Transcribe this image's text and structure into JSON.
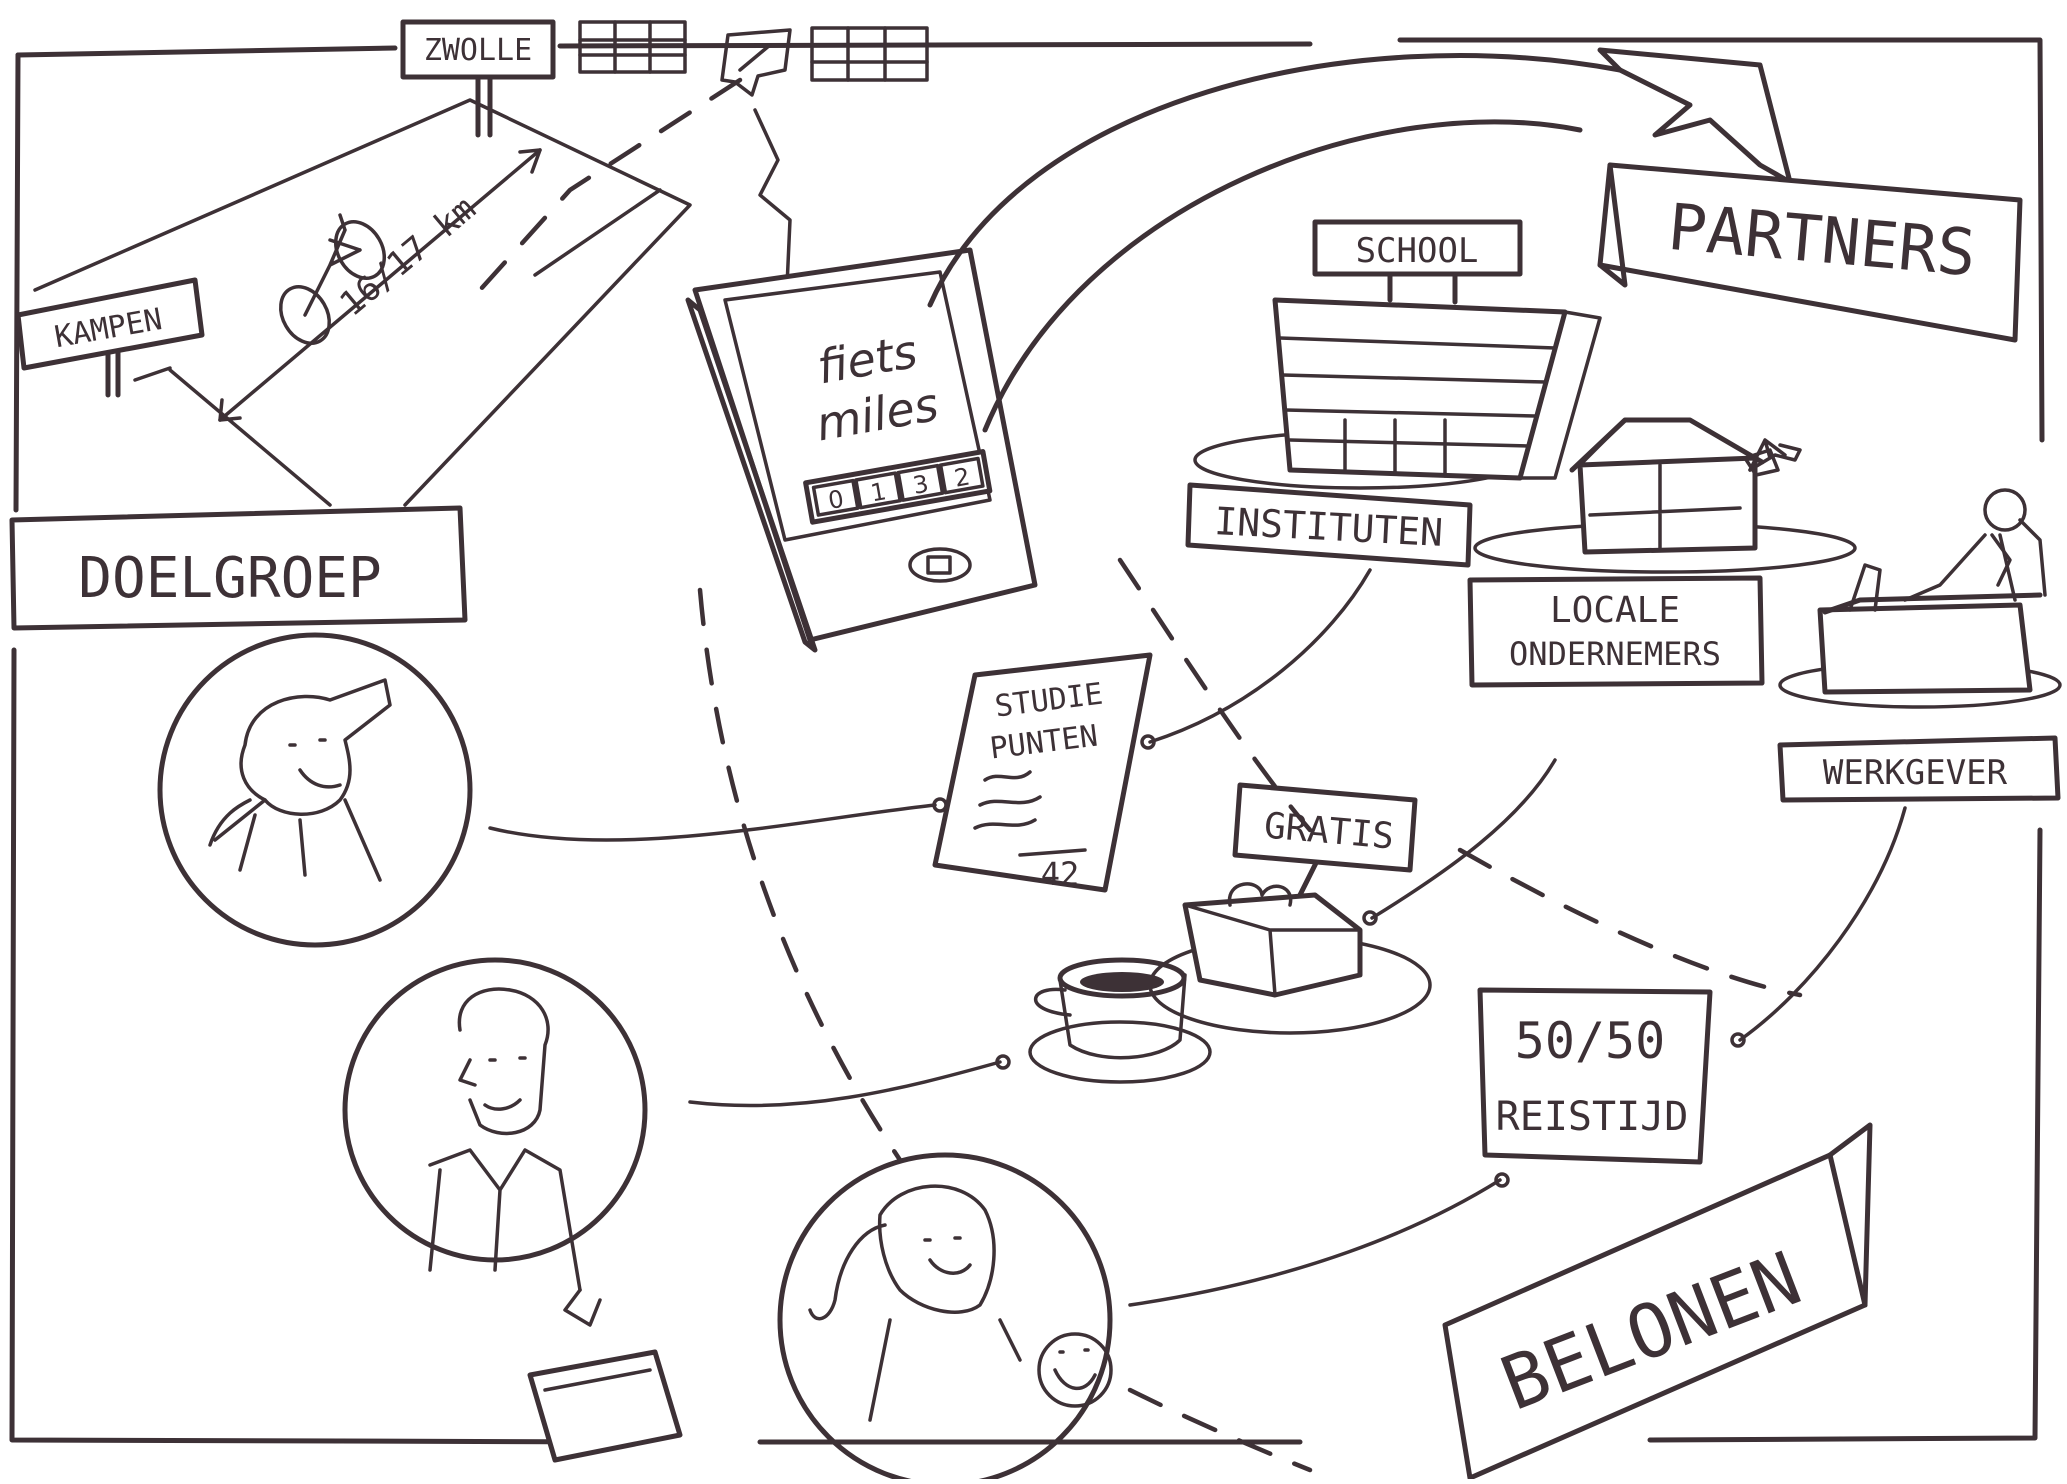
{
  "places": {
    "origin": "ZWOLLE",
    "destination": "KAMPEN",
    "distance": "16/17 km"
  },
  "sections": {
    "target_group": "DOELGROEP",
    "partners": "PARTNERS",
    "reward": "BELONEN"
  },
  "app": {
    "name_line1": "fiets",
    "name_line2": "miles",
    "counter_digits": [
      "0",
      "1",
      "3",
      "2"
    ]
  },
  "partners": {
    "school_sign": "SCHOOL",
    "institutes": "INSTITUTEN",
    "local_business_line1": "LOCALE",
    "local_business_line2": "ONDERNEMERS",
    "employer": "WERKGEVER"
  },
  "rewards": {
    "study_points_line1": "STUDIE",
    "study_points_line2": "PUNTEN",
    "study_points_value": "42",
    "free": "GRATIS",
    "travel_time_line1": "50/50",
    "travel_time_line2": "REISTIJD"
  },
  "colors": {
    "ink": "#3d3136",
    "paper": "#ffffff"
  }
}
